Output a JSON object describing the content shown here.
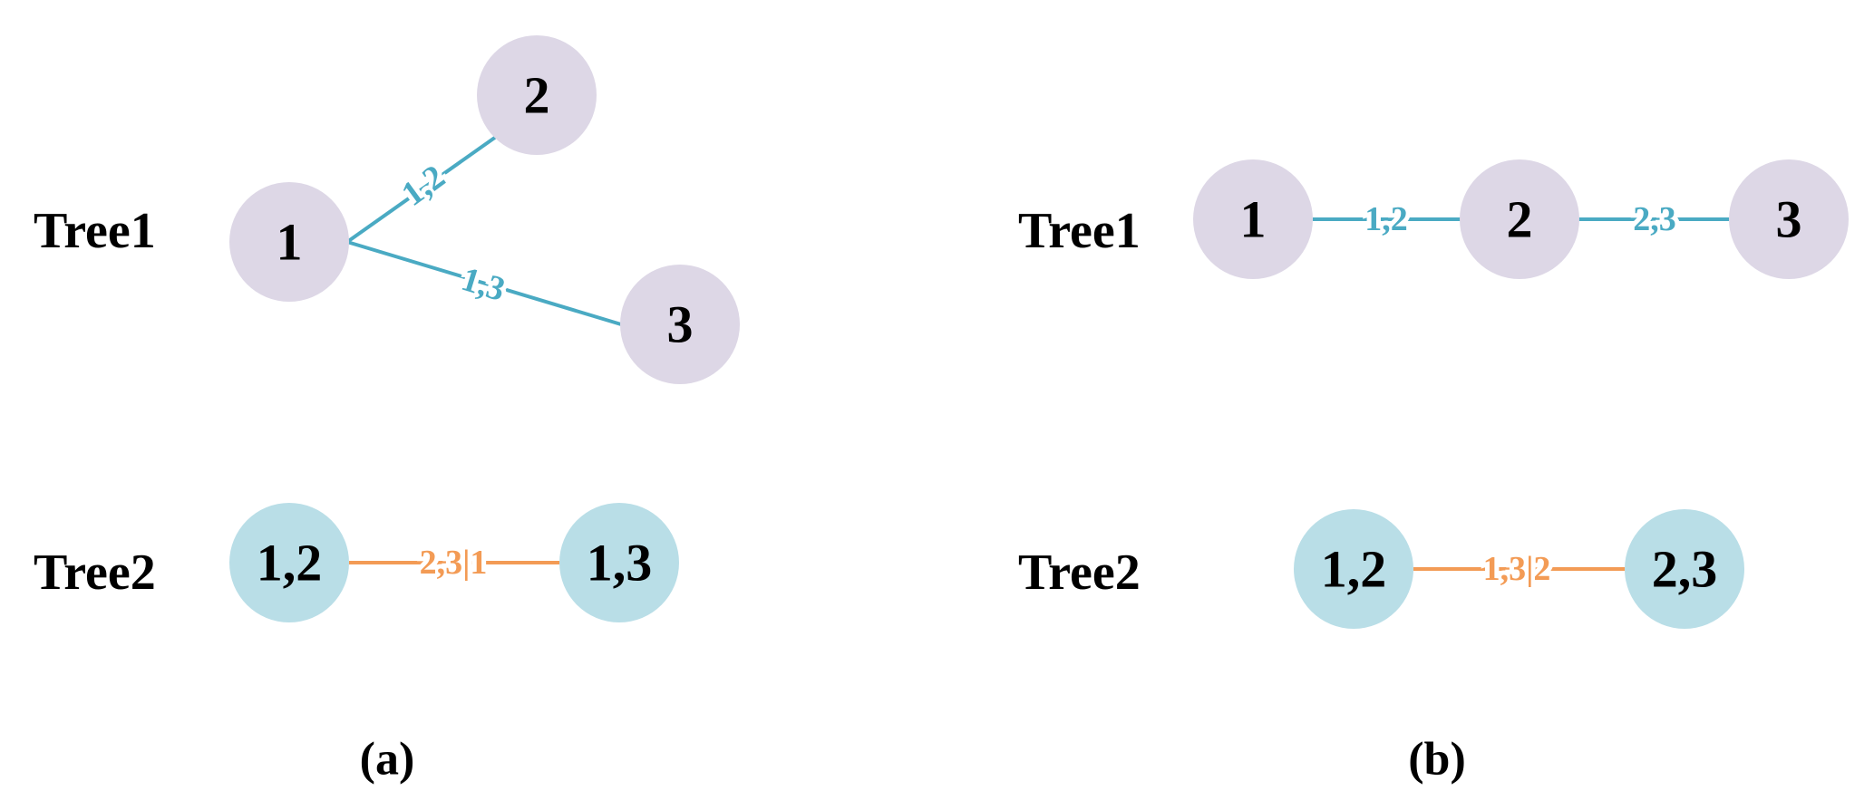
{
  "colors": {
    "tree1_node": "#DDD7E6",
    "tree2_node": "#B9DEE7",
    "tree1_edge": "#4AAAC3",
    "tree2_edge": "#F39B55"
  },
  "panel_a": {
    "caption": "(a)",
    "tree1": {
      "label": "Tree1",
      "nodes": [
        "1",
        "2",
        "3"
      ],
      "edges": [
        "1,2",
        "1,3"
      ]
    },
    "tree2": {
      "label": "Tree2",
      "nodes": [
        "1,2",
        "1,3"
      ],
      "edges": [
        "2,3|1"
      ]
    }
  },
  "panel_b": {
    "caption": "(b)",
    "tree1": {
      "label": "Tree1",
      "nodes": [
        "1",
        "2",
        "3"
      ],
      "edges": [
        "1,2",
        "2,3"
      ]
    },
    "tree2": {
      "label": "Tree2",
      "nodes": [
        "1,2",
        "2,3"
      ],
      "edges": [
        "1,3|2"
      ]
    }
  }
}
